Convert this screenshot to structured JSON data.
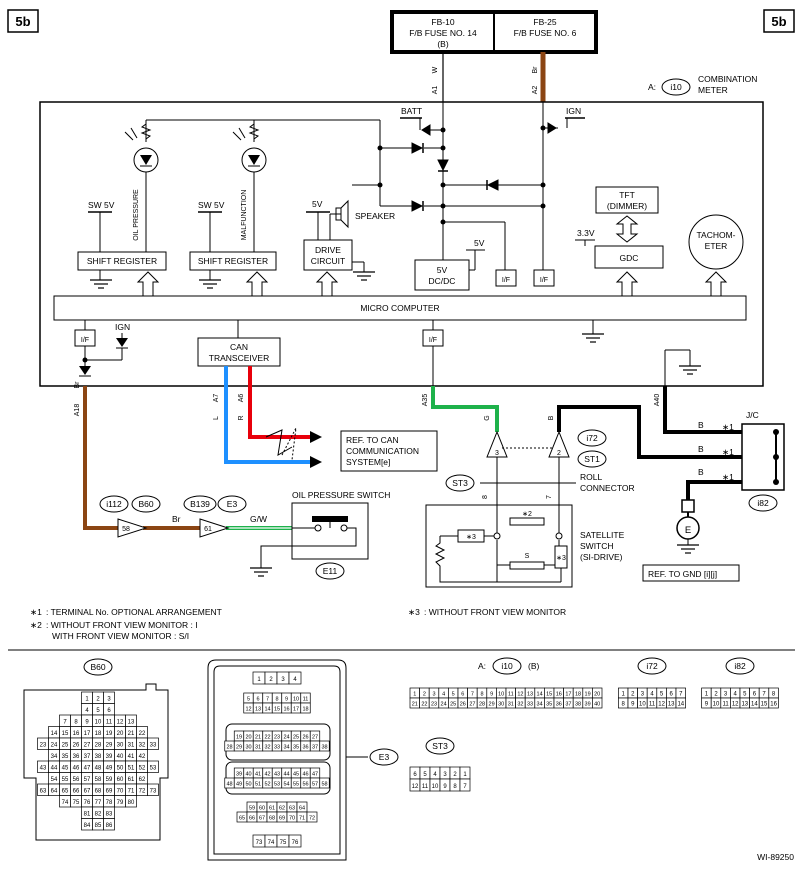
{
  "page": {
    "tag_left": "5b",
    "tag_right": "5b",
    "figure_id": "WI-89250"
  },
  "fuse": {
    "fb10_line1": "FB-10",
    "fb10_line2": "F/B FUSE NO. 14",
    "fb10_line3": "(B)",
    "fb25_line1": "FB-25",
    "fb25_line2": "F/B FUSE NO. 6"
  },
  "meter": {
    "prefix": "A:",
    "connector": "i10",
    "title_line1": "COMBINATION",
    "title_line2": "METER",
    "pin_a1": "A1",
    "pin_a2": "A2",
    "wire_a1": "W",
    "wire_a2": "Br",
    "batt": "BATT",
    "ign": "IGN",
    "oil_pressure": "OIL PRESSURE",
    "malfunction": "MALFUNCTION",
    "sw5v_1": "SW 5V",
    "sw5v_2": "SW 5V",
    "shift_register_1": "SHIFT REGISTER",
    "shift_register_2": "SHIFT REGISTER",
    "v5_speaker": "5V",
    "speaker": "SPEAKER",
    "drive_line1": "DRIVE",
    "drive_line2": "CIRCUIT",
    "dcdc_line1": "5V",
    "dcdc_line2": "DC/DC",
    "v5_dcdc": "5V",
    "if1": "I/F",
    "if2": "I/F",
    "tft_line1": "TFT",
    "tft_line2": "(DIMMER)",
    "v33": "3.3V",
    "gdc": "GDC",
    "tach_line1": "TACHOM-",
    "tach_line2": "ETER",
    "micro": "MICRO COMPUTER",
    "if3": "I/F",
    "ign_low": "IGN",
    "can_line1": "CAN",
    "can_line2": "TRANSCEIVER",
    "if4": "I/F"
  },
  "wires": {
    "a18_pin": "A18",
    "a18_color": "Br",
    "a7_pin": "A7",
    "a7_color": "L",
    "a6_pin": "A6",
    "a6_color": "R",
    "a35_pin": "A35",
    "a40_pin": "A40",
    "g_label": "G",
    "b_label": "B",
    "br_mid": "Br",
    "gw": "G/W",
    "b1": "B",
    "b2": "B",
    "b3": "B",
    "pin8": "8",
    "pin7": "7"
  },
  "ref_can": {
    "line1": "REF. TO CAN",
    "line2": "COMMUNICATION",
    "line3": "SYSTEM[e]"
  },
  "roll": {
    "i72": "i72",
    "st1": "ST1",
    "st3": "ST3",
    "pin3": "3",
    "pin2": "2",
    "line1": "ROLL",
    "line2": "CONNECTOR"
  },
  "satellite": {
    "line1": "SATELLITE",
    "line2": "SWITCH",
    "line3": "(SI-DRIVE)",
    "s3a": "∗3",
    "s2": "∗2",
    "s3b": "∗3",
    "s": "S"
  },
  "jc": {
    "label": "J/C",
    "star1": "∗1",
    "star2": "∗1",
    "star3": "∗1",
    "conn": "i82",
    "ground_e": "E",
    "ref_gnd": "REF. TO GND [i][j]"
  },
  "oil": {
    "i112": "i112",
    "b60": "B60",
    "b139": "B139",
    "e3": "E3",
    "pin58": "58",
    "pin61": "61",
    "switch_label": "OIL PRESSURE SWITCH",
    "e11": "E11"
  },
  "notes": {
    "n1_mark": "∗1",
    "n1_text": ": TERMINAL No. OPTIONAL ARRANGEMENT",
    "n2_mark": "∗2",
    "n2_text1": ": WITHOUT FRONT VIEW MONITOR  : I",
    "n2_text2": "WITH FRONT VIEW MONITOR  : S/I",
    "n3_mark": "∗3",
    "n3_text": ": WITHOUT FRONT VIEW MONITOR"
  },
  "connectors": {
    "b60_label": "B60",
    "b60_rows": [
      [
        "1",
        "2",
        "3"
      ],
      [
        "4",
        "5",
        "6"
      ],
      [
        "7",
        "8",
        "9",
        "10",
        "11",
        "12",
        "13"
      ],
      [
        "14",
        "15",
        "16",
        "17",
        "18",
        "19",
        "20",
        "21",
        "22"
      ],
      [
        "23",
        "24",
        "25",
        "26",
        "27",
        "28",
        "29",
        "30",
        "31",
        "32",
        "33"
      ],
      [
        "34",
        "35",
        "36",
        "37",
        "38",
        "39",
        "40",
        "41",
        "42"
      ],
      [
        "43",
        "44",
        "45",
        "46",
        "47",
        "48",
        "49",
        "50",
        "51",
        "52",
        "53"
      ],
      [
        "54",
        "55",
        "56",
        "57",
        "58",
        "59",
        "60",
        "61",
        "62"
      ],
      [
        "63",
        "64",
        "65",
        "66",
        "67",
        "68",
        "69",
        "70",
        "71",
        "72",
        "73"
      ],
      [
        "74",
        "75",
        "76",
        "77",
        "78",
        "79",
        "80"
      ],
      [
        "81",
        "82",
        "83"
      ],
      [
        "84",
        "85",
        "86"
      ]
    ],
    "e3_label": "E3",
    "e3_rows": [
      [
        "1",
        "2",
        "3",
        "4"
      ],
      [
        "5",
        "6",
        "7",
        "8",
        "9",
        "10",
        "11"
      ],
      [
        "12",
        "13",
        "14",
        "15",
        "16",
        "17",
        "18"
      ],
      [
        "19",
        "20",
        "21",
        "22",
        "23",
        "24",
        "25",
        "26",
        "27"
      ],
      [
        "28",
        "29",
        "30",
        "31",
        "32",
        "33",
        "34",
        "35",
        "36",
        "37",
        "38"
      ],
      [
        "39",
        "40",
        "41",
        "42",
        "43",
        "44",
        "45",
        "46",
        "47"
      ],
      [
        "48",
        "49",
        "50",
        "51",
        "52",
        "53",
        "54",
        "55",
        "56",
        "57",
        "58"
      ],
      [
        "59",
        "60",
        "61",
        "62",
        "63",
        "64"
      ],
      [
        "65",
        "66",
        "67",
        "68",
        "69",
        "70",
        "71",
        "72"
      ],
      [
        "73",
        "74",
        "75",
        "76"
      ]
    ],
    "i10_prefix": "A:",
    "i10_label": "i10",
    "i10_suffix": "(B)",
    "i10_rows": [
      [
        "1",
        "2",
        "3",
        "4",
        "5",
        "6",
        "7",
        "8",
        "9",
        "10",
        "11",
        "12",
        "13",
        "14",
        "15",
        "16",
        "17",
        "18",
        "19",
        "20"
      ],
      [
        "21",
        "22",
        "23",
        "24",
        "25",
        "26",
        "27",
        "28",
        "29",
        "30",
        "31",
        "32",
        "33",
        "34",
        "35",
        "36",
        "37",
        "38",
        "39",
        "40"
      ]
    ],
    "i72_label": "i72",
    "i72_rows": [
      [
        "1",
        "2",
        "3",
        "4",
        "5",
        "6",
        "7"
      ],
      [
        "8",
        "9",
        "10",
        "11",
        "12",
        "13",
        "14"
      ]
    ],
    "i82_label": "i82",
    "i82_rows": [
      [
        "1",
        "2",
        "3",
        "4",
        "5",
        "6",
        "7",
        "8"
      ],
      [
        "9",
        "10",
        "11",
        "12",
        "13",
        "14",
        "15",
        "16"
      ]
    ],
    "st3_label": "ST3",
    "st3_rows": [
      [
        "6",
        "5",
        "4",
        "3",
        "2",
        "1"
      ],
      [
        "12",
        "11",
        "10",
        "9",
        "8",
        "7"
      ]
    ]
  },
  "colors": {
    "brown": "#8B4513",
    "red": "#E8000B",
    "blue": "#1E90FF",
    "green": "#1EB24B",
    "black": "#000000"
  }
}
